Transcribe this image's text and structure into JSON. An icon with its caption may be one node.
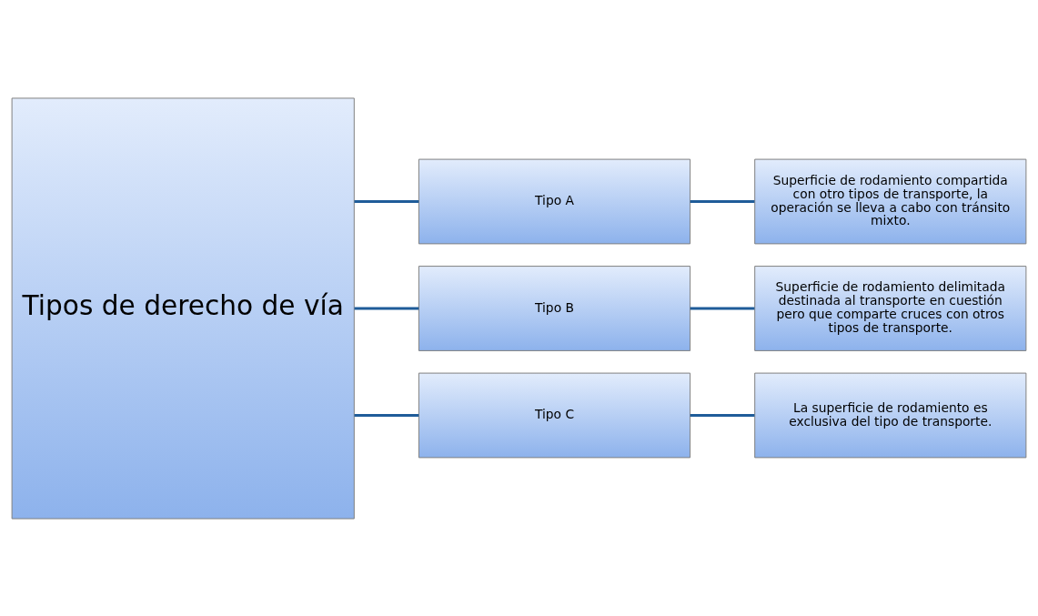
{
  "diagram": {
    "nodes": [
      {
        "text": [
          "Tipos de derecho de vía"
        ]
      },
      {
        "text": [
          "Tipo A"
        ]
      },
      {
        "text": [
          "Tipo B"
        ]
      },
      {
        "text": [
          "Tipo C"
        ]
      },
      {
        "text": [
          "Superficie de rodamiento compartida con otro tipos de transporte, la operación se lleva a cabo con tránsito mixto."
        ]
      },
      {
        "text": [
          "Superficie de rodamiento delimitada destinada al transporte en cuestión pero que comparte cruces con otros tipos de transporte."
        ]
      },
      {
        "text": [
          "La superficie de rodamiento es exclusiva del tipo de transporte."
        ]
      }
    ],
    "edges": [
      {
        "from": 0,
        "to": 1,
        "arrow": "none"
      },
      {
        "from": 0,
        "to": 2,
        "arrow": "none"
      },
      {
        "from": 0,
        "to": 3,
        "arrow": "none"
      },
      {
        "from": 1,
        "to": 4,
        "arrow": "none"
      },
      {
        "from": 2,
        "to": 5,
        "arrow": "none"
      },
      {
        "from": 3,
        "to": 6,
        "arrow": "none"
      }
    ]
  }
}
